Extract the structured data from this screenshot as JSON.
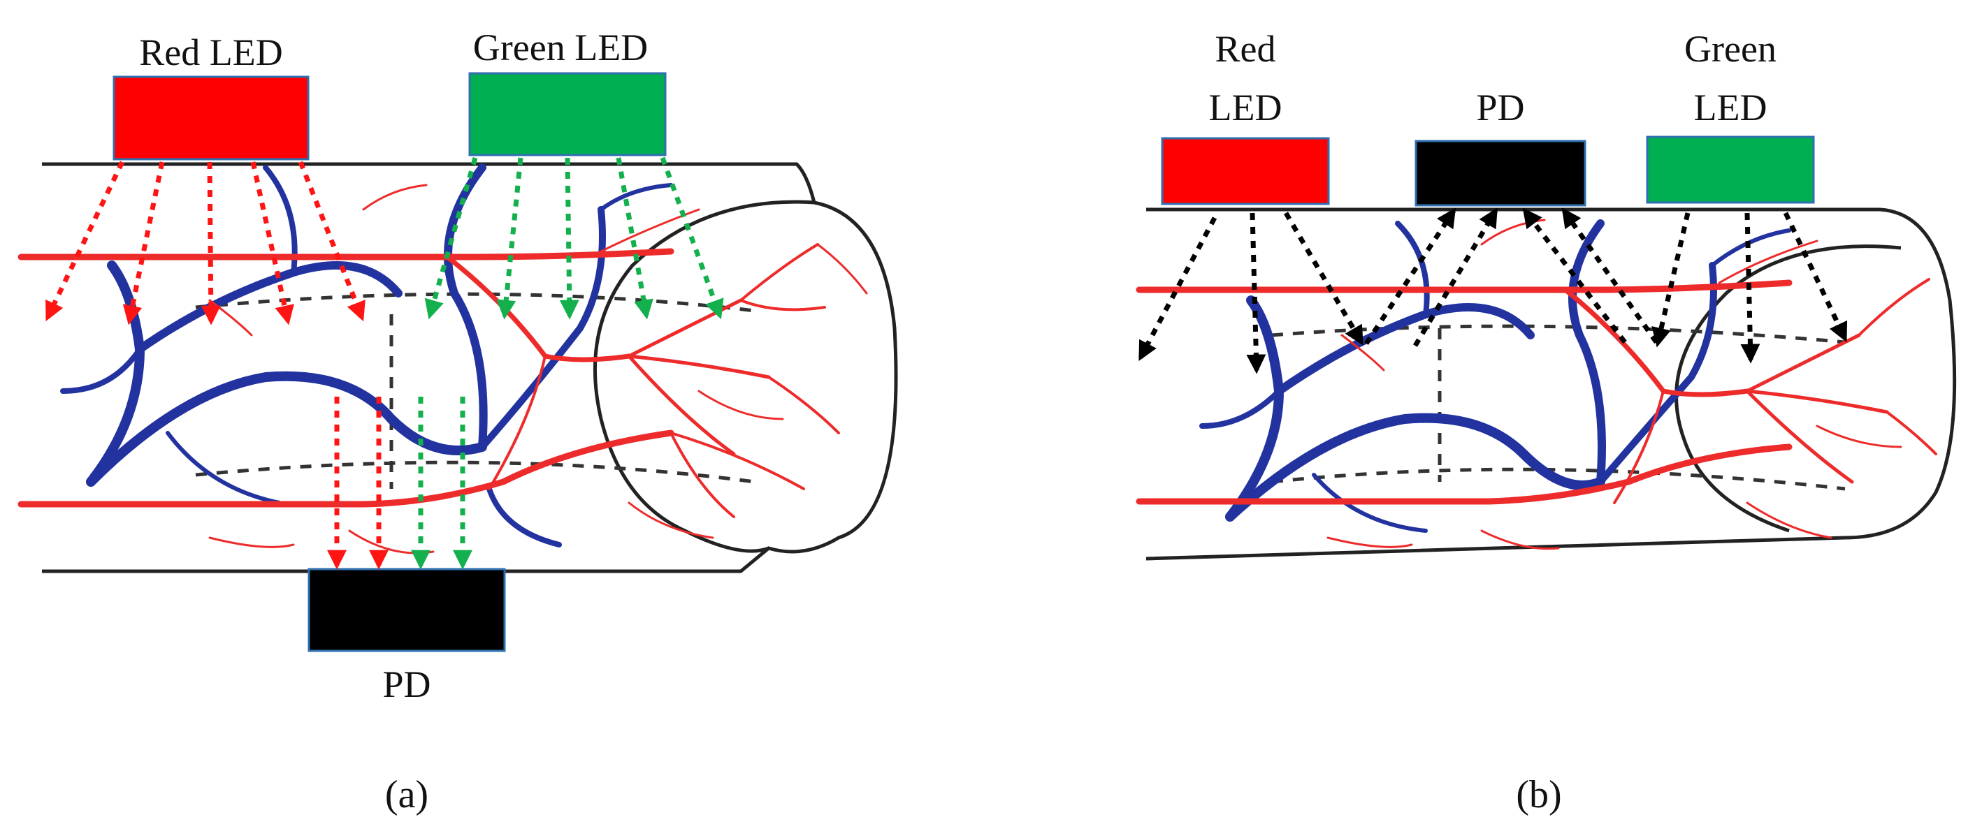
{
  "colors": {
    "red_led": "#ff0000",
    "green_led": "#00b050",
    "photodiode": "#000000",
    "artery": "#ee2b2b",
    "vein": "#2233a0",
    "box_border": "#2f6fb0",
    "red_arrow": "#ff1414",
    "green_arrow": "#13b04d",
    "black_arrow": "#000000"
  },
  "panel_a": {
    "red_led_label": "Red LED",
    "green_led_label": "Green LED",
    "pd_label": "PD",
    "caption": "(a)"
  },
  "panel_b": {
    "red_led_label_line1": "Red",
    "red_led_label_line2": "LED",
    "pd_label": "PD",
    "green_led_label_line1": "Green",
    "green_led_label_line2": "LED",
    "caption": "(b)"
  }
}
